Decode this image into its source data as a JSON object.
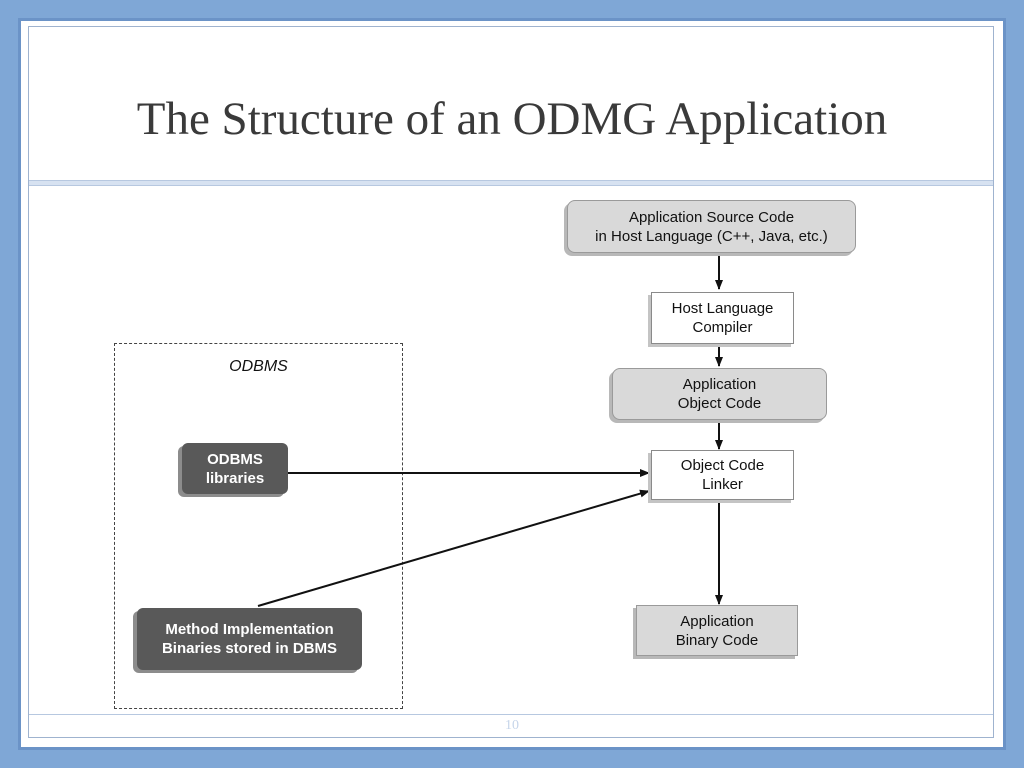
{
  "slide": {
    "title": "The Structure of an ODMG Application",
    "page_number": "10"
  },
  "diagram": {
    "odbms_group_label": "ODBMS",
    "nodes": {
      "source_code": {
        "line1": "Application Source Code",
        "line2": "in Host Language (C++,  Java, etc.)"
      },
      "compiler": {
        "line1": "Host Language",
        "line2": "Compiler"
      },
      "object_code": {
        "line1": "Application",
        "line2": "Object Code"
      },
      "linker": {
        "line1": "Object Code",
        "line2": "Linker"
      },
      "binary_code": {
        "line1": "Application",
        "line2": "Binary Code"
      },
      "odbms_libraries": {
        "line1": "ODBMS",
        "line2": "libraries"
      },
      "method_binaries": {
        "line1": "Method Implementation",
        "line2": "Binaries stored in DBMS"
      }
    },
    "edges": [
      {
        "from": "source_code",
        "to": "compiler"
      },
      {
        "from": "compiler",
        "to": "object_code"
      },
      {
        "from": "object_code",
        "to": "linker"
      },
      {
        "from": "linker",
        "to": "binary_code"
      },
      {
        "from": "odbms_libraries",
        "to": "linker"
      },
      {
        "from": "method_binaries",
        "to": "linker"
      }
    ]
  }
}
